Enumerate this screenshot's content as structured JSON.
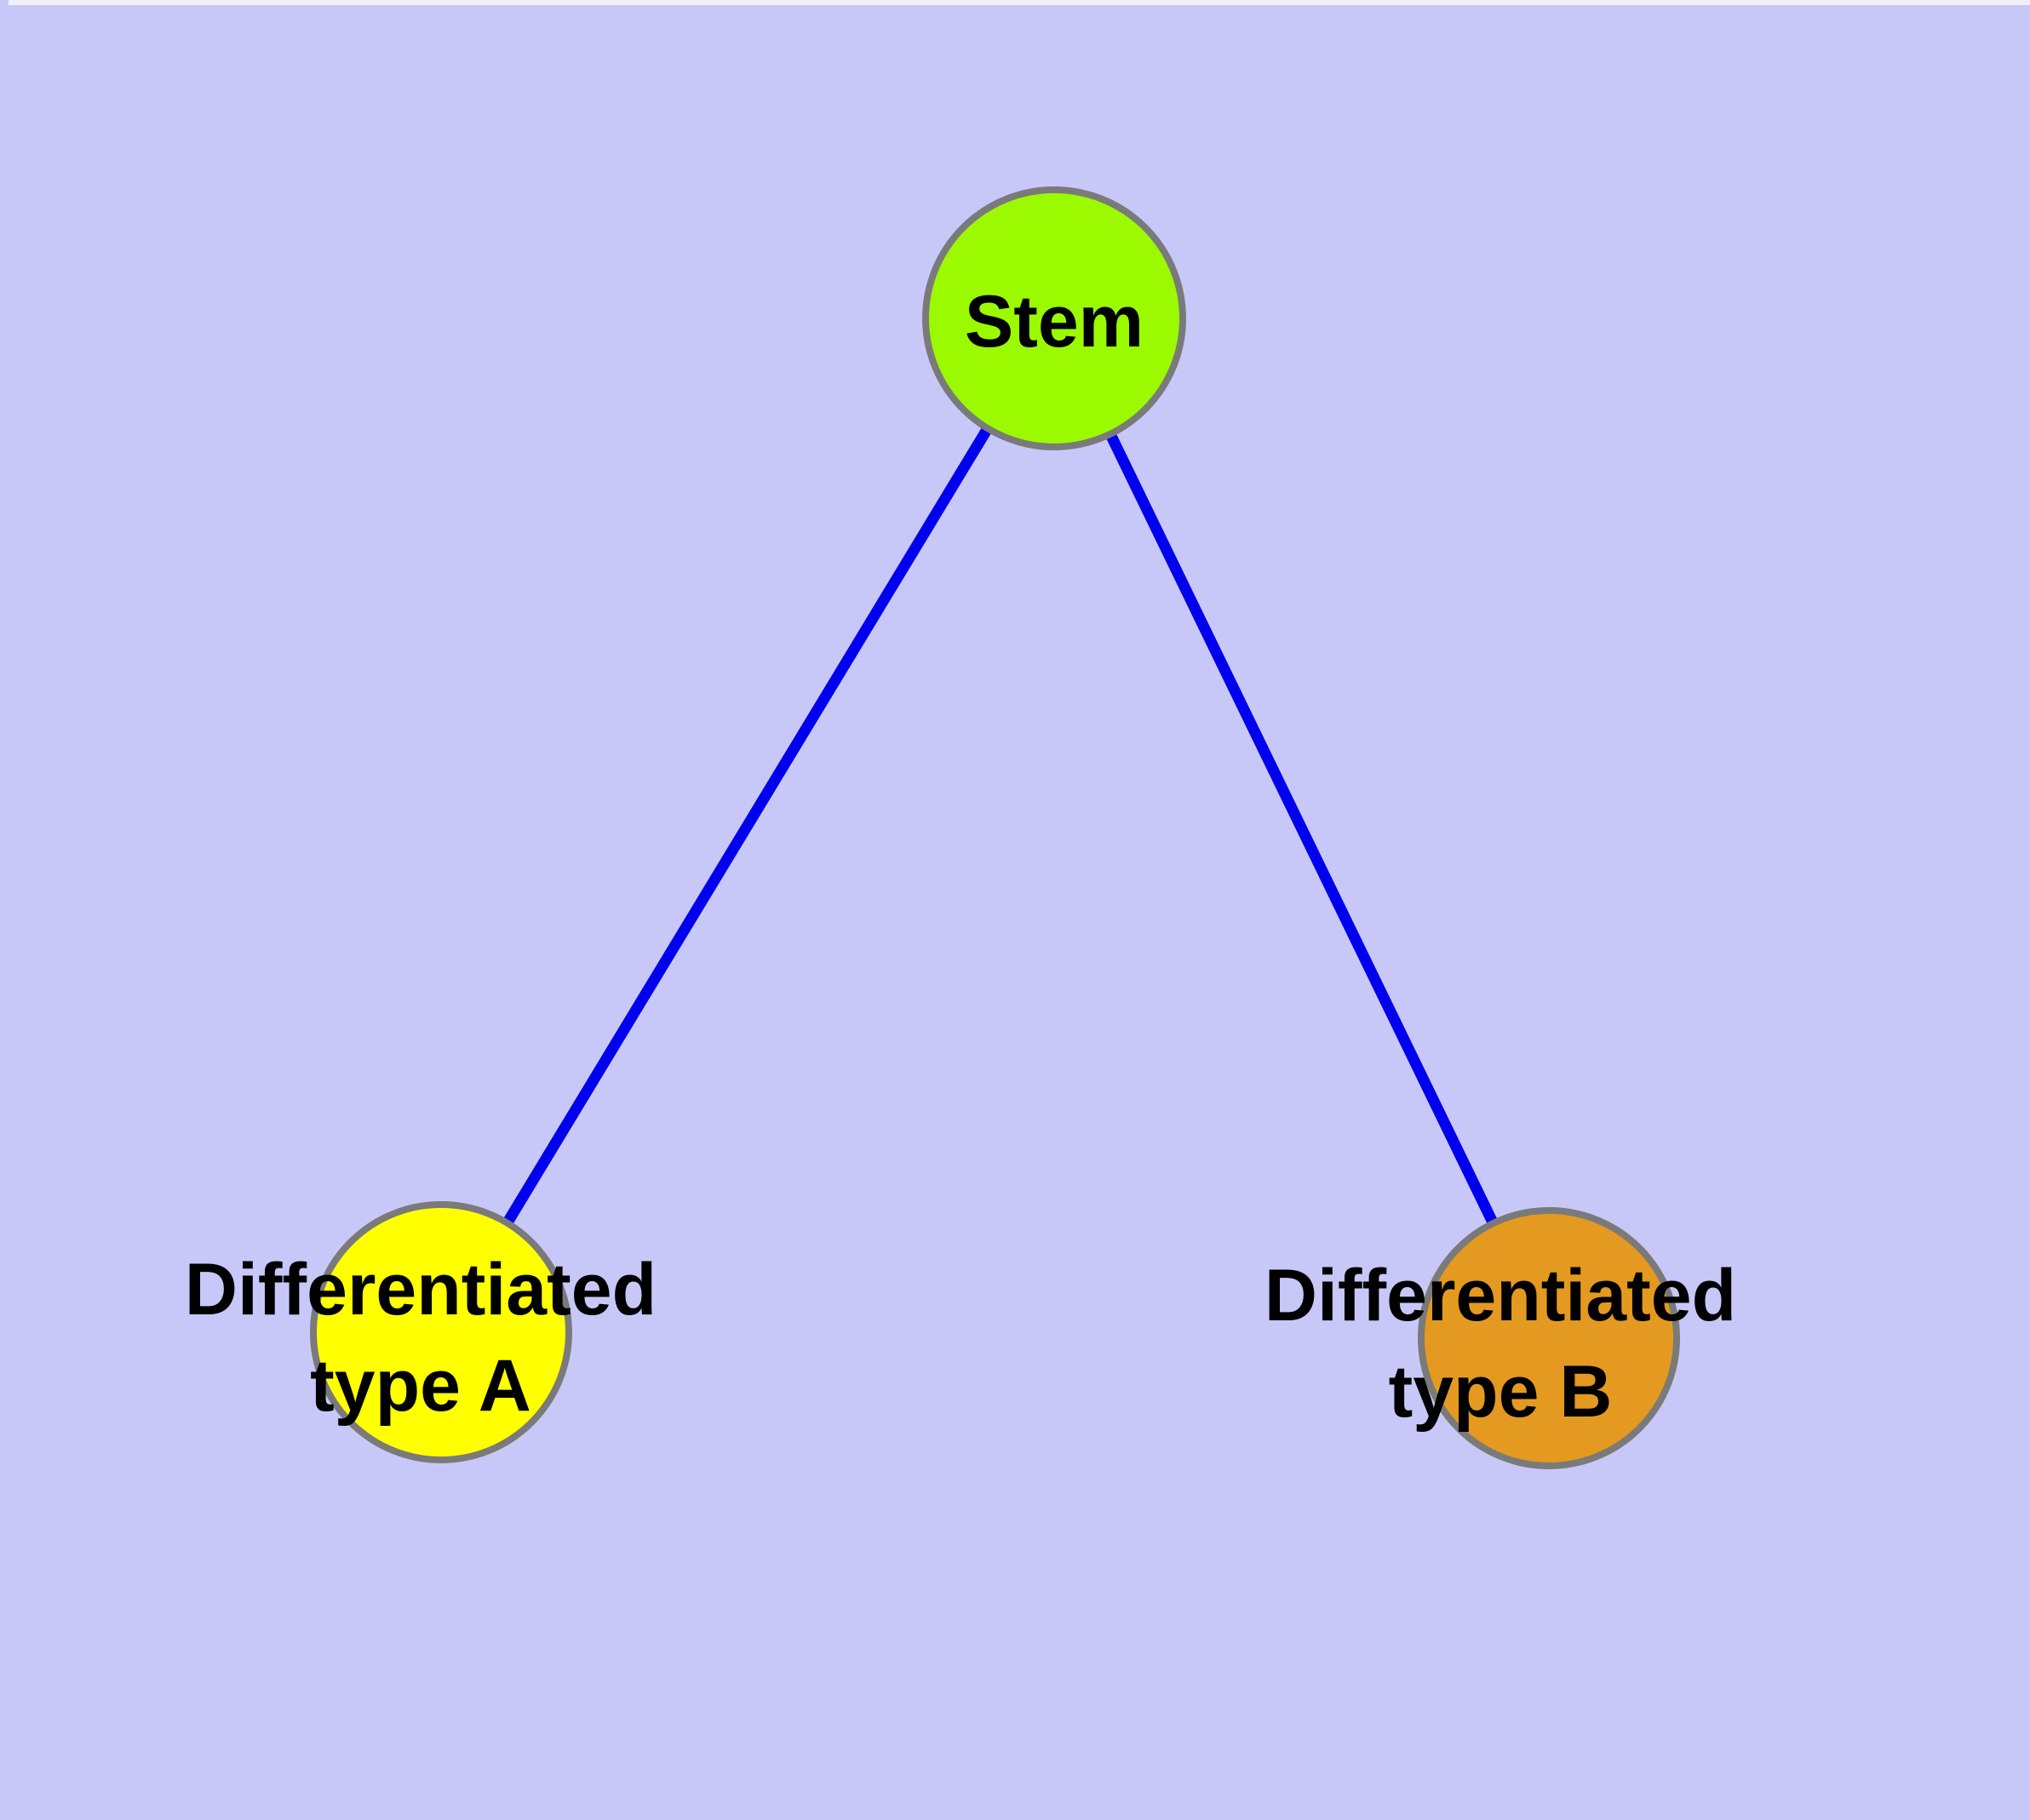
{
  "diagram": {
    "background_color": "#C8C8F8",
    "top_edge_highlight_color": "#F0F0FC",
    "edge_color": "#0000EE",
    "edge_width": 13,
    "node_border_color": "#7A7A7A",
    "text_color": "#000000",
    "nodes": {
      "stem": {
        "label": "Stem",
        "color": "#9BFA00"
      },
      "type_a": {
        "label_line1": "Differentiated",
        "label_line2": "type A",
        "color": "#FFFF00"
      },
      "type_b": {
        "label_line1": "Differentiated",
        "label_line2": "type B",
        "color": "#E49A20"
      }
    },
    "edges": [
      {
        "from": "Stem",
        "to": "Differentiated type A"
      },
      {
        "from": "Stem",
        "to": "Differentiated type B"
      }
    ]
  }
}
